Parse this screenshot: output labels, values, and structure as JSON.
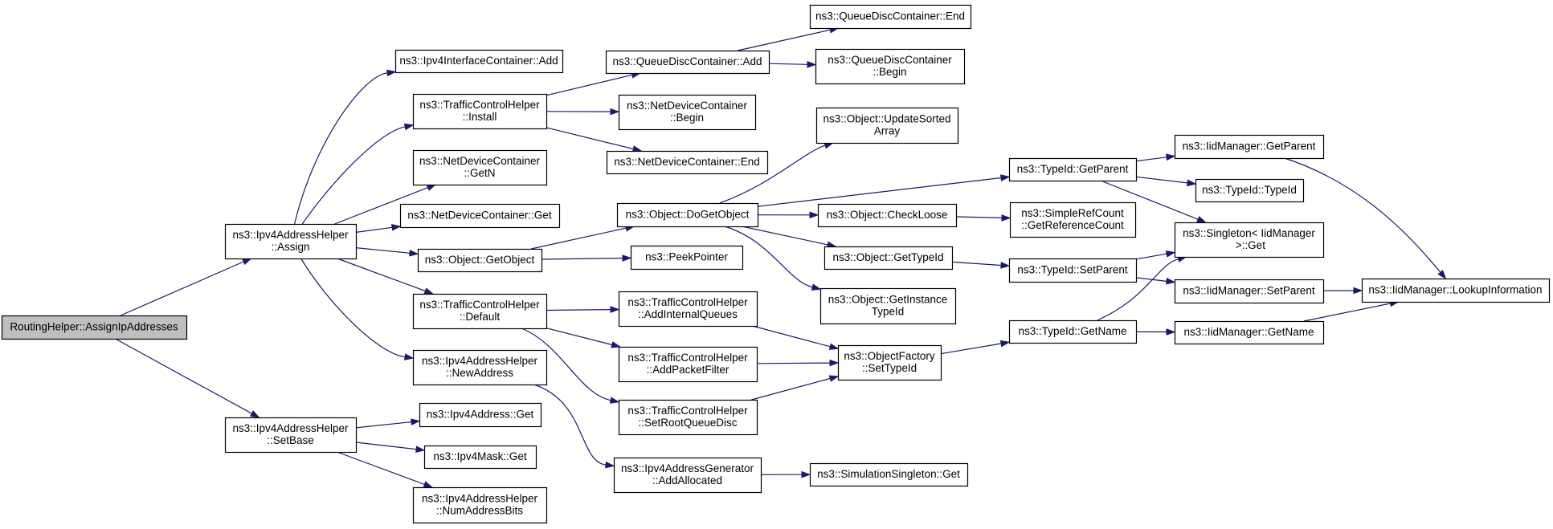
{
  "graph": {
    "edge_color": "#191970",
    "root_fill": "#bfbfbf",
    "nodes": [
      {
        "id": "routing",
        "lines": [
          "RoutingHelper::AssignIpAddresses"
        ],
        "root": true
      },
      {
        "id": "ipv4ah_assign",
        "lines": [
          "ns3::Ipv4AddressHelper",
          "::Assign"
        ]
      },
      {
        "id": "ipv4ah_setbase",
        "lines": [
          "ns3::Ipv4AddressHelper",
          "::SetBase"
        ]
      },
      {
        "id": "ipv4ic_add",
        "lines": [
          "ns3::Ipv4InterfaceContainer::Add"
        ]
      },
      {
        "id": "tch_install",
        "lines": [
          "ns3::TrafficControlHelper",
          "::Install"
        ]
      },
      {
        "id": "ndc_getn",
        "lines": [
          "ns3::NetDeviceContainer",
          "::GetN"
        ]
      },
      {
        "id": "ndc_get",
        "lines": [
          "ns3::NetDeviceContainer::Get"
        ]
      },
      {
        "id": "obj_getobject",
        "lines": [
          "ns3::Object::GetObject"
        ]
      },
      {
        "id": "tch_default",
        "lines": [
          "ns3::TrafficControlHelper",
          "::Default"
        ]
      },
      {
        "id": "ipv4ah_newaddress",
        "lines": [
          "ns3::Ipv4AddressHelper",
          "::NewAddress"
        ]
      },
      {
        "id": "ipv4addr_get",
        "lines": [
          "ns3::Ipv4Address::Get"
        ]
      },
      {
        "id": "ipv4mask_get",
        "lines": [
          "ns3::Ipv4Mask::Get"
        ]
      },
      {
        "id": "ipv4ah_numaddressbits",
        "lines": [
          "ns3::Ipv4AddressHelper",
          "::NumAddressBits"
        ]
      },
      {
        "id": "qdc_add",
        "lines": [
          "ns3::QueueDiscContainer::Add"
        ]
      },
      {
        "id": "ndc_begin",
        "lines": [
          "ns3::NetDeviceContainer",
          "::Begin"
        ]
      },
      {
        "id": "ndc_end",
        "lines": [
          "ns3::NetDeviceContainer::End"
        ]
      },
      {
        "id": "obj_dogetobject",
        "lines": [
          "ns3::Object::DoGetObject"
        ]
      },
      {
        "id": "peekpointer",
        "lines": [
          "ns3::PeekPointer"
        ]
      },
      {
        "id": "tch_addinternalqueues",
        "lines": [
          "ns3::TrafficControlHelper",
          "::AddInternalQueues"
        ]
      },
      {
        "id": "tch_addpacketfilter",
        "lines": [
          "ns3::TrafficControlHelper",
          "::AddPacketFilter"
        ]
      },
      {
        "id": "tch_setrootqueuedisc",
        "lines": [
          "ns3::TrafficControlHelper",
          "::SetRootQueueDisc"
        ]
      },
      {
        "id": "ipv4ag_addallocated",
        "lines": [
          "ns3::Ipv4AddressGenerator",
          "::AddAllocated"
        ]
      },
      {
        "id": "qdc_end",
        "lines": [
          "ns3::QueueDiscContainer::End"
        ]
      },
      {
        "id": "qdc_begin",
        "lines": [
          "ns3::QueueDiscContainer",
          "::Begin"
        ]
      },
      {
        "id": "obj_updatesortedarray",
        "lines": [
          "ns3::Object::UpdateSorted",
          "Array"
        ]
      },
      {
        "id": "obj_checkloose",
        "lines": [
          "ns3::Object::CheckLoose"
        ]
      },
      {
        "id": "obj_gettypeid",
        "lines": [
          "ns3::Object::GetTypeId"
        ]
      },
      {
        "id": "obj_getinstancetypeid",
        "lines": [
          "ns3::Object::GetInstance",
          "TypeId"
        ]
      },
      {
        "id": "objfactory_settypeid",
        "lines": [
          "ns3::ObjectFactory",
          "::SetTypeId"
        ]
      },
      {
        "id": "simsingleton_get",
        "lines": [
          "ns3::SimulationSingleton::Get"
        ]
      },
      {
        "id": "typeid_getparent",
        "lines": [
          "ns3::TypeId::GetParent"
        ]
      },
      {
        "id": "simplerefcount_getrefcount",
        "lines": [
          "ns3::SimpleRefCount",
          "::GetReferenceCount"
        ]
      },
      {
        "id": "typeid_setparent",
        "lines": [
          "ns3::TypeId::SetParent"
        ]
      },
      {
        "id": "typeid_getname",
        "lines": [
          "ns3::TypeId::GetName"
        ]
      },
      {
        "id": "iidm_getparent",
        "lines": [
          "ns3::IidManager::GetParent"
        ]
      },
      {
        "id": "typeid_typeid",
        "lines": [
          "ns3::TypeId::TypeId"
        ]
      },
      {
        "id": "singleton_get",
        "lines": [
          "ns3::Singleton< IidManager",
          " >::Get"
        ]
      },
      {
        "id": "iidm_setparent",
        "lines": [
          "ns3::IidManager::SetParent"
        ]
      },
      {
        "id": "iidm_getname",
        "lines": [
          "ns3::IidManager::GetName"
        ]
      },
      {
        "id": "iidm_lookupinformation",
        "lines": [
          "ns3::IidManager::LookupInformation"
        ]
      }
    ],
    "edges": [
      {
        "from": "routing",
        "to": "ipv4ah_assign"
      },
      {
        "from": "routing",
        "to": "ipv4ah_setbase"
      },
      {
        "from": "ipv4ah_assign",
        "to": "ipv4ic_add"
      },
      {
        "from": "ipv4ah_assign",
        "to": "tch_install"
      },
      {
        "from": "ipv4ah_assign",
        "to": "ndc_getn"
      },
      {
        "from": "ipv4ah_assign",
        "to": "ndc_get"
      },
      {
        "from": "ipv4ah_assign",
        "to": "obj_getobject"
      },
      {
        "from": "ipv4ah_assign",
        "to": "tch_default"
      },
      {
        "from": "ipv4ah_assign",
        "to": "ipv4ah_newaddress"
      },
      {
        "from": "ipv4ah_setbase",
        "to": "ipv4addr_get"
      },
      {
        "from": "ipv4ah_setbase",
        "to": "ipv4mask_get"
      },
      {
        "from": "ipv4ah_setbase",
        "to": "ipv4ah_numaddressbits"
      },
      {
        "from": "tch_install",
        "to": "qdc_add"
      },
      {
        "from": "tch_install",
        "to": "ndc_begin"
      },
      {
        "from": "tch_install",
        "to": "ndc_end"
      },
      {
        "from": "obj_getobject",
        "to": "obj_dogetobject"
      },
      {
        "from": "obj_getobject",
        "to": "peekpointer"
      },
      {
        "from": "tch_default",
        "to": "tch_addinternalqueues"
      },
      {
        "from": "tch_default",
        "to": "tch_addpacketfilter"
      },
      {
        "from": "tch_default",
        "to": "tch_setrootqueuedisc"
      },
      {
        "from": "ipv4ah_newaddress",
        "to": "ipv4ag_addallocated"
      },
      {
        "from": "qdc_add",
        "to": "qdc_end"
      },
      {
        "from": "qdc_add",
        "to": "qdc_begin"
      },
      {
        "from": "obj_dogetobject",
        "to": "obj_updatesortedarray"
      },
      {
        "from": "obj_dogetobject",
        "to": "typeid_getparent"
      },
      {
        "from": "obj_dogetobject",
        "to": "obj_checkloose"
      },
      {
        "from": "obj_dogetobject",
        "to": "obj_gettypeid"
      },
      {
        "from": "obj_dogetobject",
        "to": "obj_getinstancetypeid"
      },
      {
        "from": "tch_addinternalqueues",
        "to": "objfactory_settypeid"
      },
      {
        "from": "tch_addpacketfilter",
        "to": "objfactory_settypeid"
      },
      {
        "from": "tch_setrootqueuedisc",
        "to": "objfactory_settypeid"
      },
      {
        "from": "ipv4ag_addallocated",
        "to": "simsingleton_get"
      },
      {
        "from": "obj_checkloose",
        "to": "simplerefcount_getrefcount"
      },
      {
        "from": "obj_gettypeid",
        "to": "typeid_setparent"
      },
      {
        "from": "objfactory_settypeid",
        "to": "typeid_getname"
      },
      {
        "from": "typeid_getparent",
        "to": "iidm_getparent"
      },
      {
        "from": "typeid_getparent",
        "to": "typeid_typeid"
      },
      {
        "from": "typeid_getparent",
        "to": "singleton_get"
      },
      {
        "from": "typeid_setparent",
        "to": "singleton_get"
      },
      {
        "from": "typeid_setparent",
        "to": "iidm_setparent"
      },
      {
        "from": "typeid_getname",
        "to": "singleton_get"
      },
      {
        "from": "typeid_getname",
        "to": "iidm_getname"
      },
      {
        "from": "iidm_getparent",
        "to": "iidm_lookupinformation"
      },
      {
        "from": "iidm_setparent",
        "to": "iidm_lookupinformation"
      },
      {
        "from": "iidm_getname",
        "to": "iidm_lookupinformation"
      }
    ]
  }
}
